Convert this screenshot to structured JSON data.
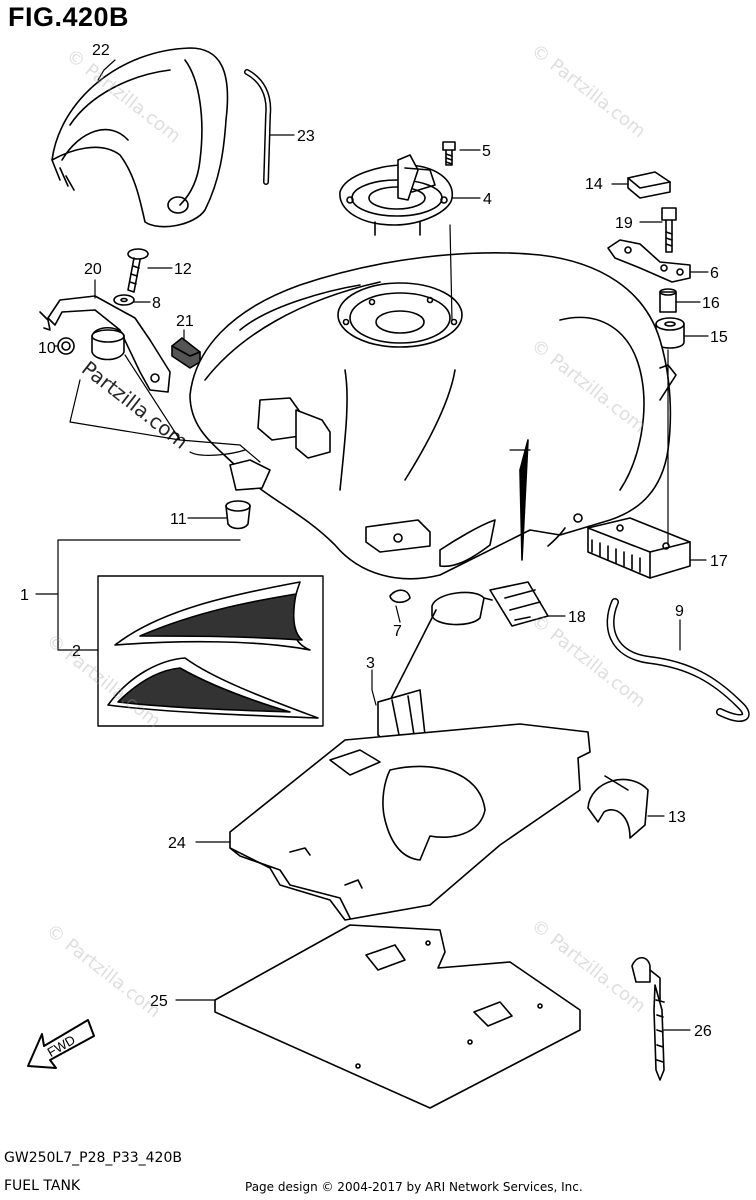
{
  "figure": {
    "title": "FIG.420B"
  },
  "footer": {
    "model_code": "GW250L7_P28_P33_420B",
    "section_name": "FUEL TANK",
    "copyright": "Page design © 2004-2017 by ARI Network Services, Inc."
  },
  "watermark": {
    "text": "© Partzilla.com",
    "text_dark": "Partzilla.com"
  },
  "fwd_label": "FWD",
  "callouts": [
    {
      "num": "22",
      "part": "front-cover"
    },
    {
      "num": "23",
      "part": "tube"
    },
    {
      "num": "5",
      "part": "screw"
    },
    {
      "num": "4",
      "part": "fuel-cap"
    },
    {
      "num": "14",
      "part": "cushion"
    },
    {
      "num": "19",
      "part": "bolt"
    },
    {
      "num": "6",
      "part": "bracket"
    },
    {
      "num": "16",
      "part": "spacer"
    },
    {
      "num": "15",
      "part": "cushion"
    },
    {
      "num": "20",
      "part": "bracket"
    },
    {
      "num": "12",
      "part": "bolt"
    },
    {
      "num": "8",
      "part": "washer"
    },
    {
      "num": "21",
      "part": "cushion"
    },
    {
      "num": "10",
      "part": "cushion"
    },
    {
      "num": "11",
      "part": "cushion"
    },
    {
      "num": "1",
      "part": "fuel-tank"
    },
    {
      "num": "2",
      "part": "emblem"
    },
    {
      "num": "7",
      "part": "clip"
    },
    {
      "num": "3",
      "part": "fuel-level-gauge"
    },
    {
      "num": "18",
      "part": "emblem"
    },
    {
      "num": "17",
      "part": "cushion"
    },
    {
      "num": "9",
      "part": "hose"
    },
    {
      "num": "13",
      "part": "clamp"
    },
    {
      "num": "24",
      "part": "heat-shield"
    },
    {
      "num": "25",
      "part": "heat-shield"
    },
    {
      "num": "26",
      "part": "clamp"
    }
  ]
}
